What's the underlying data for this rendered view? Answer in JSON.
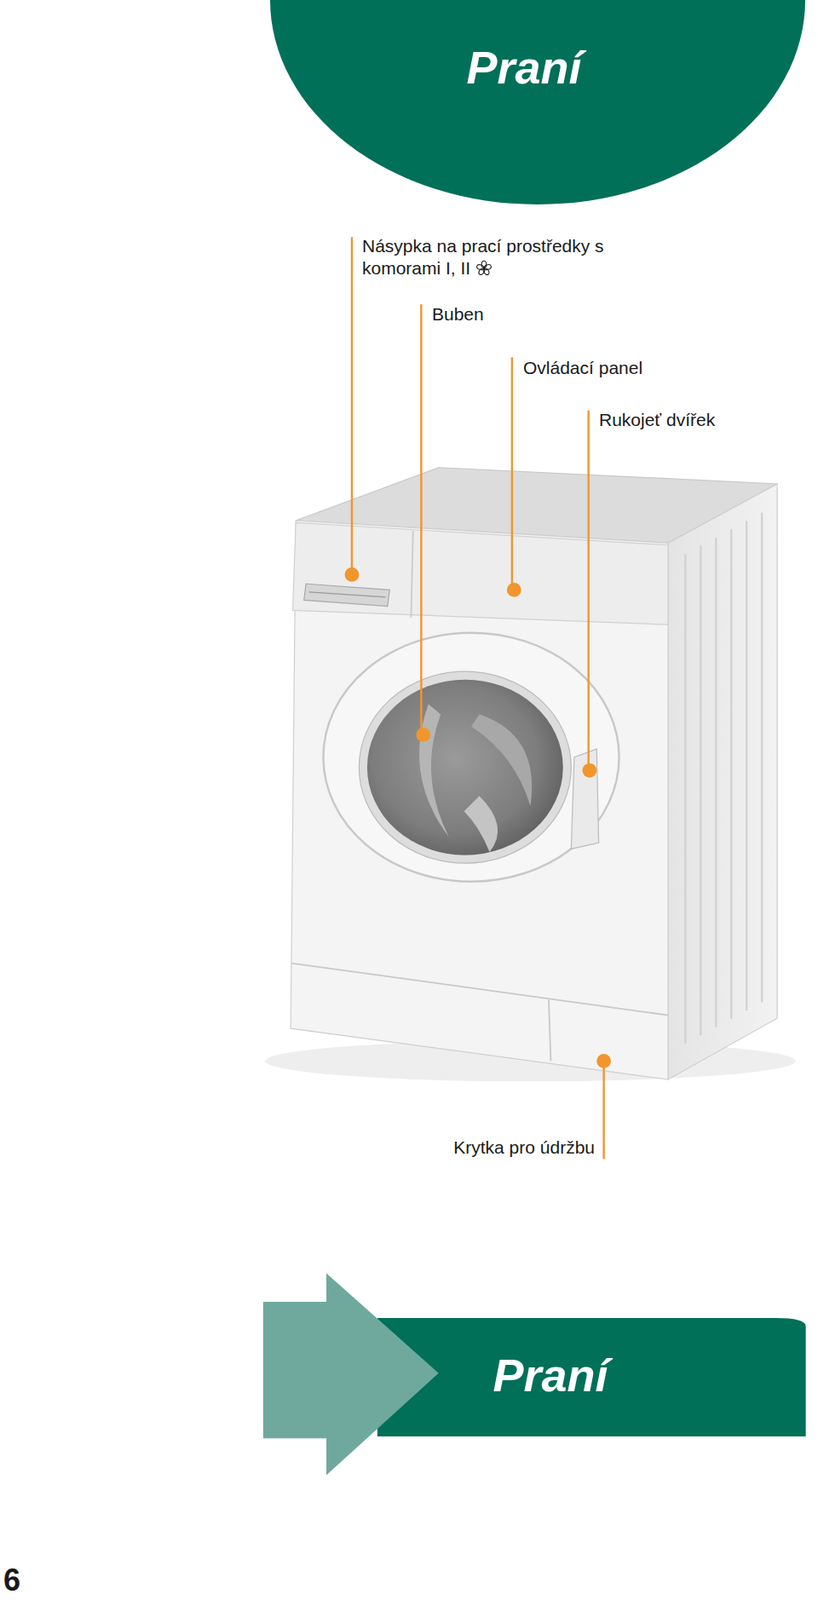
{
  "diagram": {
    "nodes": [
      {
        "text": [
          "Praní"
        ]
      },
      {
        "text": [
          "Praní"
        ]
      }
    ],
    "labels": [
      "Násypka na prací prostředky s komorami I, II",
      "Buben",
      "Ovládací panel",
      "Rukojeť dvířek",
      "Krytka pro údržbu",
      "6"
    ]
  }
}
